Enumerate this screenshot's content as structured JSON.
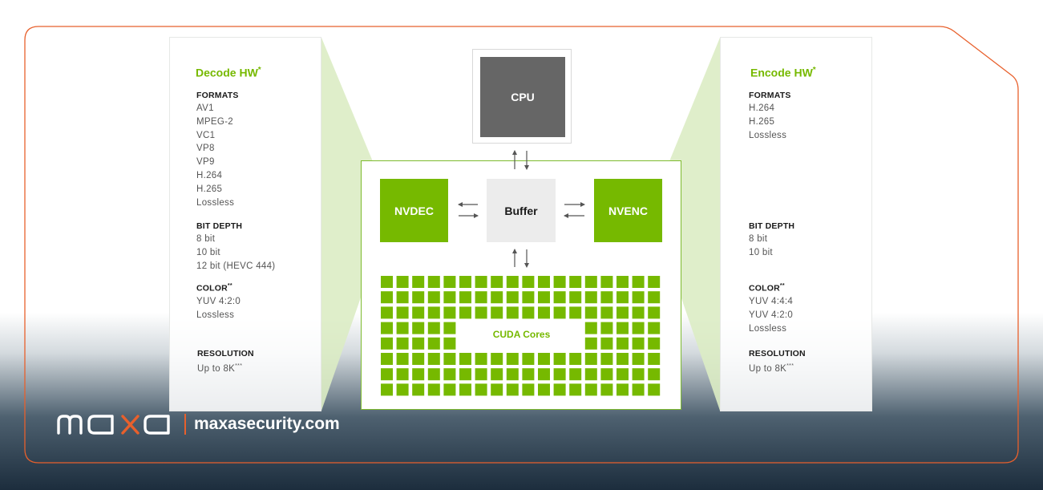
{
  "decode": {
    "title": "Decode HW",
    "title_mark": "*",
    "formats_heading": "FORMATS",
    "formats": [
      "AV1",
      "MPEG-2",
      "VC1",
      "VP8",
      "VP9",
      "H.264",
      "H.265",
      "Lossless"
    ],
    "bitdepth_heading": "BIT DEPTH",
    "bitdepth": [
      "8 bit",
      "10 bit",
      "12 bit (HEVC 444)"
    ],
    "color_heading": "COLOR",
    "color_mark": "**",
    "color": [
      "YUV 4:2:0",
      "Lossless"
    ],
    "resolution_heading": "RESOLUTION",
    "resolution": "Up to 8K",
    "resolution_mark": "***"
  },
  "encode": {
    "title": "Encode HW",
    "title_mark": "*",
    "formats_heading": "FORMATS",
    "formats": [
      "H.264",
      "H.265",
      "Lossless"
    ],
    "bitdepth_heading": "BIT DEPTH",
    "bitdepth": [
      "8 bit",
      "10 bit"
    ],
    "color_heading": "COLOR",
    "color_mark": "**",
    "color": [
      "YUV 4:4:4",
      "YUV 4:2:0",
      "Lossless"
    ],
    "resolution_heading": "RESOLUTION",
    "resolution": "Up to 8K",
    "resolution_mark": "***"
  },
  "blocks": {
    "cpu": "CPU",
    "nvdec": "NVDEC",
    "buffer": "Buffer",
    "nvenc": "NVENC",
    "cuda": "CUDA Cores"
  },
  "brand": {
    "logo_text": "maxa",
    "url": "maxasecurity.com"
  },
  "colors": {
    "accent_green": "#76b900",
    "cpu_gray": "#666666",
    "frame_orange": "#e8602c",
    "light_green_fill": "#dcecc4"
  }
}
